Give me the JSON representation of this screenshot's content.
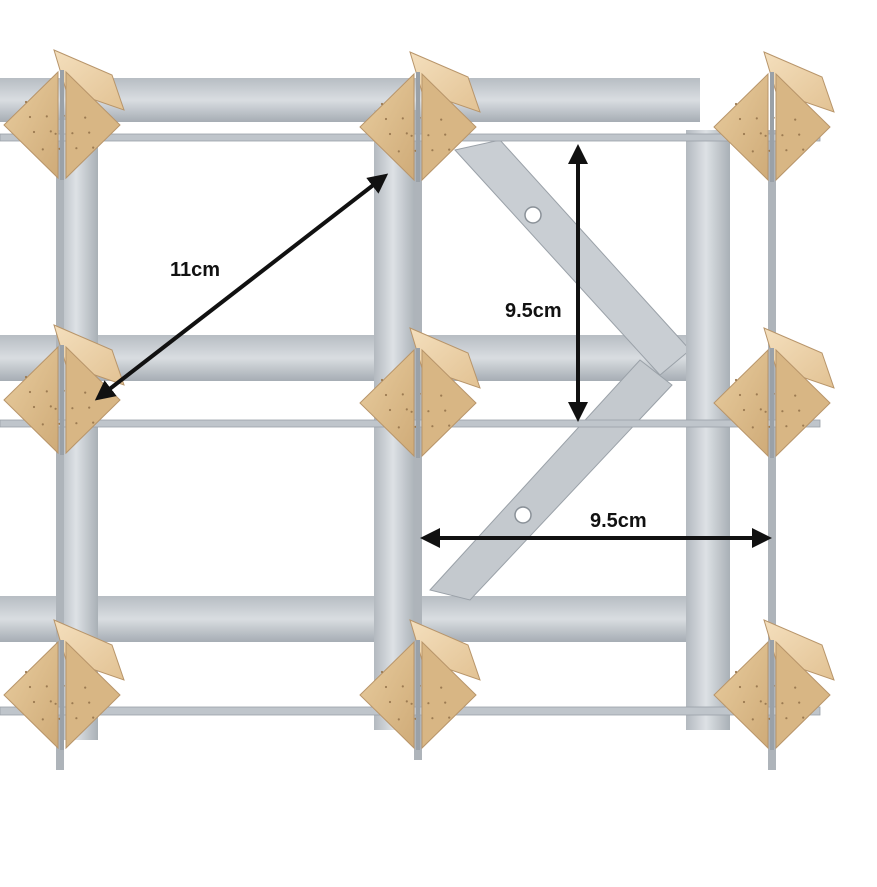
{
  "labels": {
    "diagonal": "11cm",
    "vertical": "9.5cm",
    "horizontal": "9.5cm"
  },
  "colors": {
    "metal": "#c6cbd0",
    "metal_edge": "#9aa1a8",
    "metal_dark": "#aeb4ba",
    "wood_light": "#f1d9b3",
    "wood_mid": "#e6c799",
    "wood_dark": "#d8b684",
    "wood_edge": "#b8956a",
    "arrow": "#111111"
  },
  "icons": {
    "arrow": "double-headed-arrow-icon"
  }
}
